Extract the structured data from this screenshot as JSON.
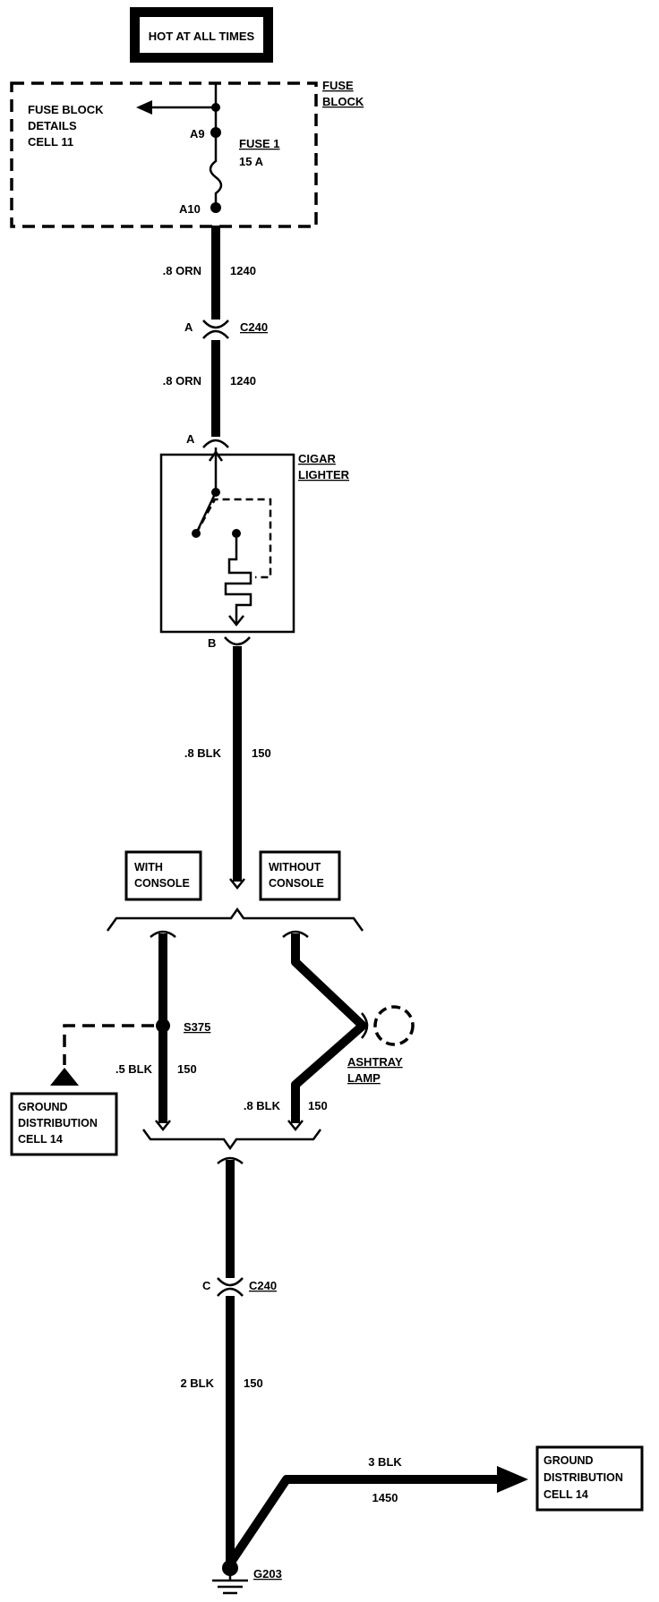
{
  "header": {
    "hot_label": "HOT AT ALL TIMES"
  },
  "fuse_block": {
    "title_line1": "FUSE",
    "title_line2": "BLOCK",
    "details_line1": "FUSE BLOCK",
    "details_line2": "DETAILS",
    "details_line3": "CELL 11",
    "pin_top": "A9",
    "pin_bottom": "A10",
    "fuse_name": "FUSE 1",
    "fuse_rating": "15 A"
  },
  "wire_1240_upper": {
    "gauge": ".8 ORN",
    "circuit": "1240"
  },
  "connector_c240_a": {
    "pin": "A",
    "name": "C240"
  },
  "wire_1240_lower": {
    "gauge": ".8 ORN",
    "circuit": "1240"
  },
  "cigar_lighter": {
    "pin_a": "A",
    "pin_b": "B",
    "label_line1": "CIGAR",
    "label_line2": "LIGHTER"
  },
  "wire_150_lighter": {
    "gauge": ".8 BLK",
    "circuit": "150"
  },
  "options": {
    "with_line1": "WITH",
    "with_line2": "CONSOLE",
    "without_line1": "WITHOUT",
    "without_line2": "CONSOLE"
  },
  "splice": {
    "name": "S375"
  },
  "ground_left": {
    "line1": "GROUND",
    "line2": "DISTRIBUTION",
    "line3": "CELL 14"
  },
  "wire_150_console": {
    "gauge": ".5 BLK",
    "circuit": "150"
  },
  "ashtray": {
    "line1": "ASHTRAY",
    "line2": "LAMP"
  },
  "wire_150_ashtray": {
    "gauge": ".8 BLK",
    "circuit": "150"
  },
  "connector_c240_c": {
    "pin": "C",
    "name": "C240"
  },
  "wire_150_main": {
    "gauge": "2 BLK",
    "circuit": "150"
  },
  "wire_1450": {
    "gauge": "3 BLK",
    "circuit": "1450"
  },
  "ground_right": {
    "line1": "GROUND",
    "line2": "DISTRIBUTION",
    "line3": "CELL 14"
  },
  "ground_point": {
    "name": "G203"
  }
}
